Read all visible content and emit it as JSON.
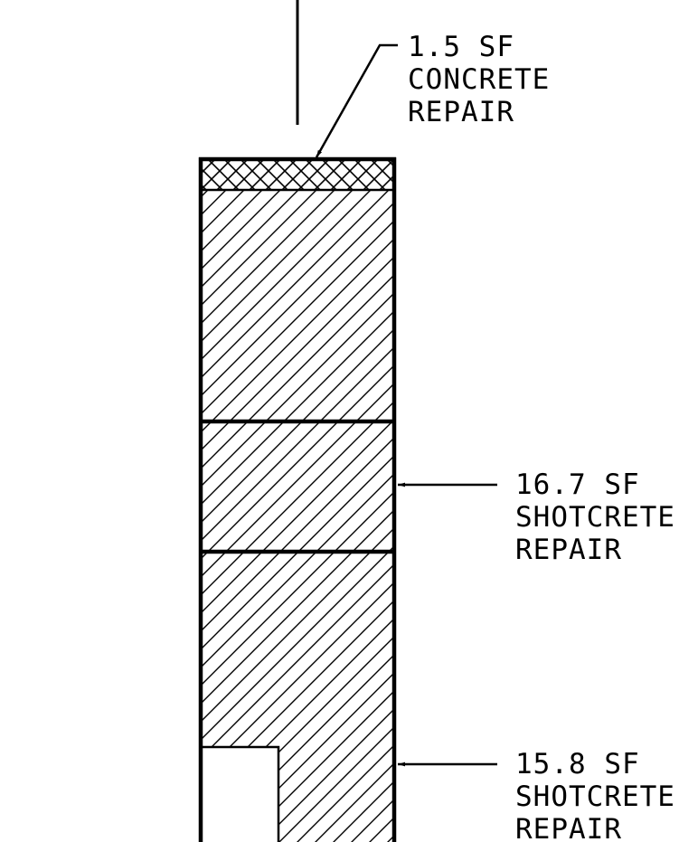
{
  "colors": {
    "line": "#000000",
    "background": "#ffffff"
  },
  "callouts": {
    "concrete": {
      "line1": "1.5 SF",
      "line2": "CONCRETE",
      "line3": "REPAIR"
    },
    "shotcrete_upper": {
      "line1": "16.7 SF",
      "line2": "SHOTCRETE",
      "line3": "REPAIR"
    },
    "shotcrete_lower": {
      "line1": "15.8 SF",
      "line2": "SHOTCRETE",
      "line3": "REPAIR"
    }
  }
}
